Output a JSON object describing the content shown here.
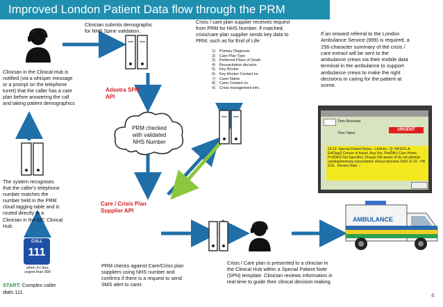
{
  "title": "Improved London Patient Data flow through the PRM",
  "labels": {
    "clinician_submits": "Clinician submits demographic\nfor NHS Spine validation.",
    "clinician_hub": "Clinician in the Clinical Hub is\nnotified (via a whisper message\nor a prompt on the telephone\nturret) that the caller has a care\nplan before answering the call\nand taking patient demographics",
    "adastra": "Adastra SPN\nAPI",
    "prm_checked": "PRM checked\nwith validated\nNHS Number",
    "crisis_supplier": "Crisis / care plan supplier receives request\nfrom PRM for NHS Number. If matched,\ncrisis/care plan supplier sends key data to\nPRM, such as for End of Life:",
    "onward_referral": "If an onward referral to the London\nAmbulance Service (999) is required, a\n256-character summary of the crisis /\ncare extract will be sent to the\nambulance crews via their mobile data\nterminal in the ambulance to support\nambulance crews to make the right\ndecisions in caring for the patient at\nscene.",
    "system_recognises": "The system recognises\nthat the caller's telephone\nnumber matches the\nnumber held in the PRM\ncloud tagging table and is\nrouted directly to a\nClinician in the IUC Clinical\nHub",
    "care_crisis_api": "Care / Crisis Plan\nSupplier API",
    "prm_checks": "PRM checks against Care/Crisis plan\nsuppliers using  NHS number and\nconfirms if there is a request to send\nSMS alert to carer.",
    "crisis_presented": "Crisis / Care plan is presented to a clinician in\nthe Clinical Hub within a Special Patient  Note\n(SPN) template. Clinician reviews information in\nreal-time to guide their clinical decision making.",
    "start": "START:",
    "start_rest": " Complex caller\ndials 111",
    "badge_call": "CALL",
    "badge_number": "111",
    "badge_caption": "when it's less\nurgent than 999",
    "page_number": "4"
  },
  "eol_list": [
    {
      "n": "1)",
      "t": "Primary Diagnosis"
    },
    {
      "n": "2)",
      "t": "Care Plan Type"
    },
    {
      "n": "3)",
      "t": "Preferred Place of Death"
    },
    {
      "n": "4)",
      "t": "Resuscitation decision"
    },
    {
      "n": "5)",
      "t": "Key Worker"
    },
    {
      "n": "6)",
      "t": "Key Worker Contact no."
    },
    {
      "n": "7)",
      "t": "Carer Name"
    },
    {
      "n": "8)",
      "t": "Carer Contact no."
    },
    {
      "n": "9)",
      "t": "Crisis management info."
    }
  ],
  "screen": {
    "urgent": "URGENT",
    "note": "13:12: Special Patient Notes - LAShris - Q. HA EOL A. EolDiag1:Cancer of bowel, Acg Yes, PrefDth1:Care Home, PrefDth2 Not Specified. Dnacpr Not aware of do not attempt cardiopulmonary resuscitation clinical decision.2015-11-01 : HA EOL . Review Date :..",
    "field1": "Time Received",
    "field2": "Time Taken"
  },
  "ambulance_text": "AMBULANCE",
  "colors": {
    "title_bar": "#1f8fb0",
    "arrow_blue": "#1f6fa8",
    "arrow_green": "#8cc63f",
    "label_red": "#d02020",
    "badge_blue": "#1e4fa8"
  },
  "icons": [
    "clinician-headset-icon",
    "server-icon",
    "cloud-icon",
    "ambulance-icon",
    "mdt-screen-icon"
  ]
}
